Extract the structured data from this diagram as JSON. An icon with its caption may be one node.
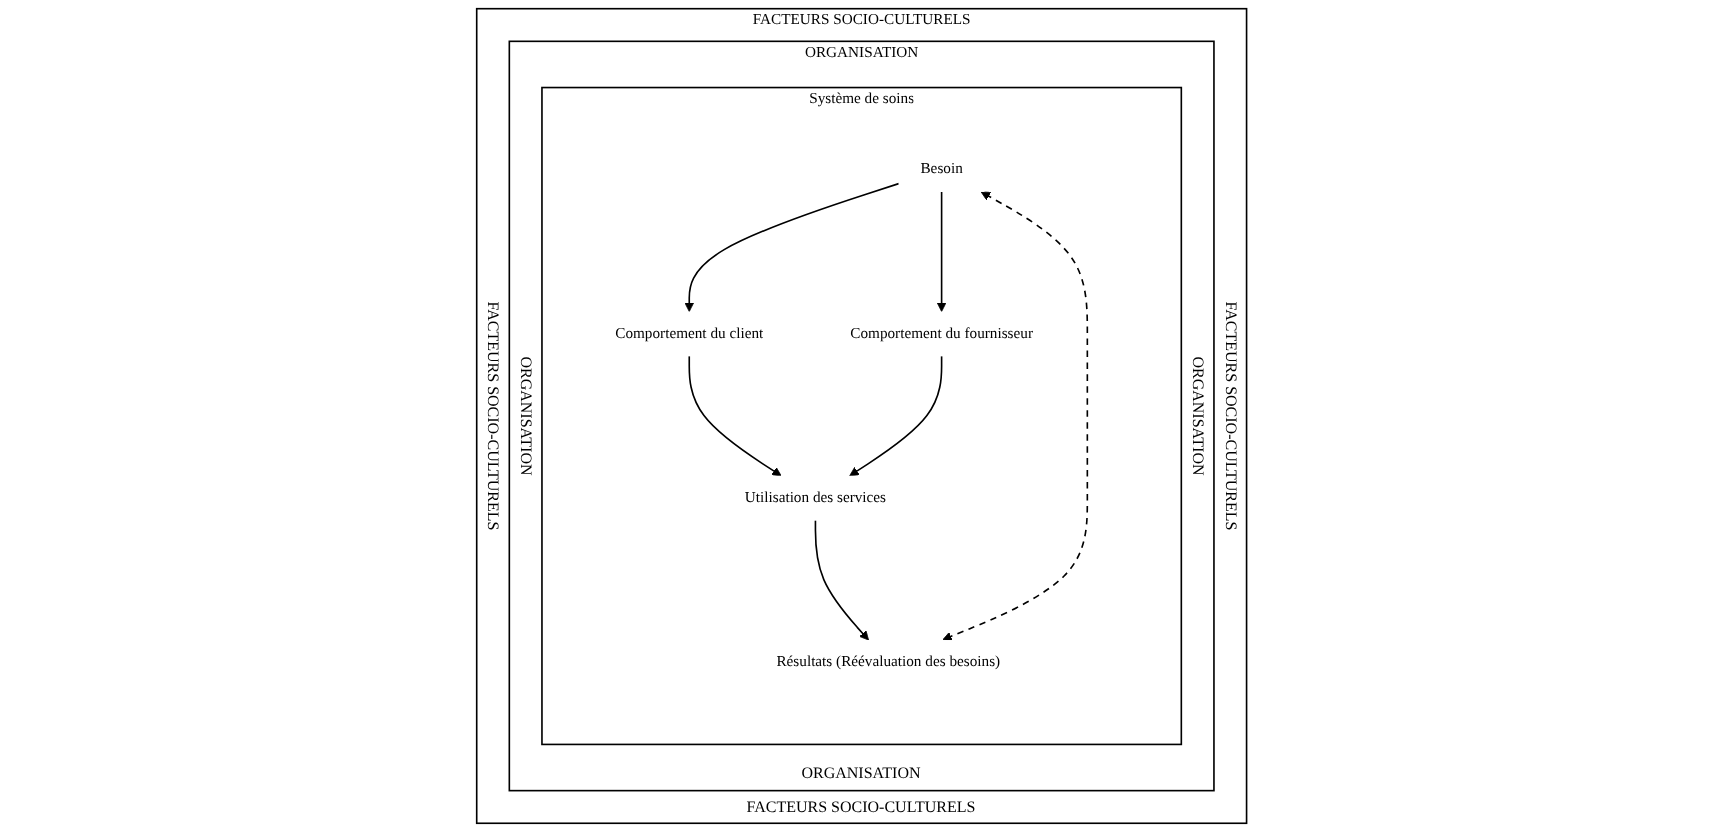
{
  "diagram": {
    "nodes": [
      {
        "text": [
          "FACTEURS SOCIO-CULTURELS",
          "FACTEURS SOCIO-CULTURELS",
          "FACTEURS SOCIO-CULTURELS",
          "FACTEURS SOCIO-CULTURELS"
        ]
      },
      {
        "text": [
          "ORGANISATION",
          "ORGANISATION",
          "ORGANISATION",
          "ORGANISATION"
        ],
        "in": 0
      },
      {
        "text": [
          "Système de soins"
        ],
        "in": 1
      },
      {
        "text": [
          "Besoin"
        ],
        "in": 2
      },
      {
        "text": [
          "Comportement du client"
        ],
        "in": 2
      },
      {
        "text": [
          "Comportement du fournisseur"
        ],
        "in": 2
      },
      {
        "text": [
          "Utilisation des services"
        ],
        "in": 2
      },
      {
        "text": [
          "Résultats (Réévaluation des besoins)"
        ],
        "in": 2
      }
    ],
    "edges": [
      {
        "from": 3,
        "to": 4,
        "arrow": "to"
      },
      {
        "from": 3,
        "to": 5,
        "arrow": "to"
      },
      {
        "from": 4,
        "to": 6,
        "arrow": "to"
      },
      {
        "from": 5,
        "to": 6,
        "arrow": "to"
      },
      {
        "from": 6,
        "to": 7,
        "arrow": "to"
      },
      {
        "from": 7,
        "to": 3,
        "arrow": "both",
        "style": "dashed"
      }
    ]
  }
}
